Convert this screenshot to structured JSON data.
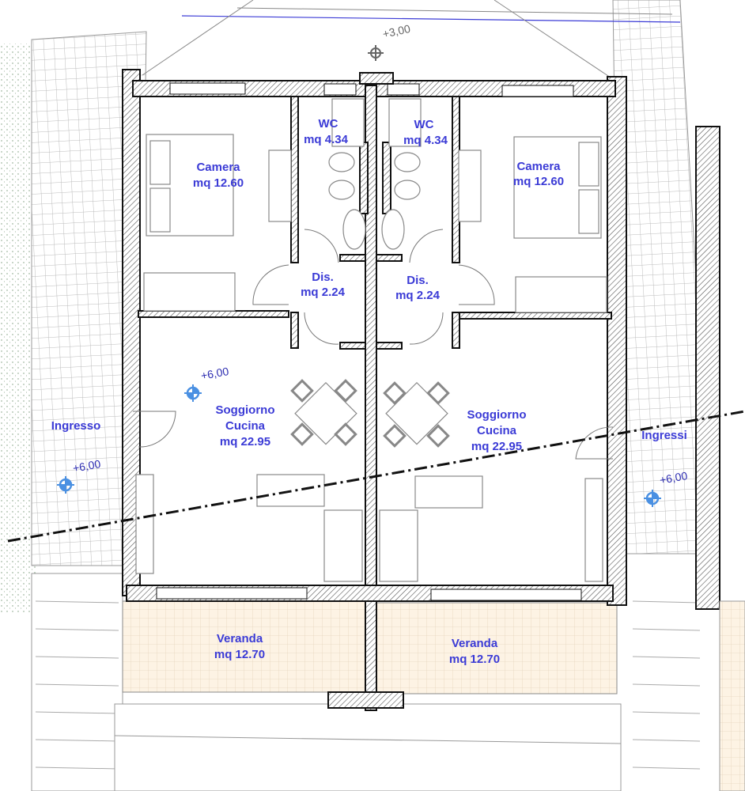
{
  "plan": {
    "rooms": {
      "camera_left": {
        "name": "Camera",
        "area": "mq 12.60"
      },
      "camera_right": {
        "name": "Camera",
        "area": "mq 12.60"
      },
      "wc_left": {
        "name": "WC",
        "area": "mq 4.34"
      },
      "wc_right": {
        "name": "WC",
        "area": "mq 4.34"
      },
      "dis_left": {
        "name": "Dis.",
        "area": "mq 2.24"
      },
      "dis_right": {
        "name": "Dis.",
        "area": "mq 2.24"
      },
      "soggiorno_left": {
        "name1": "Soggiorno",
        "name2": "Cucina",
        "area": "mq 22.95"
      },
      "soggiorno_right": {
        "name1": "Soggiorno",
        "name2": "Cucina",
        "area": "mq 22.95"
      },
      "veranda_left": {
        "name": "Veranda",
        "area": "mq 12.70"
      },
      "veranda_right": {
        "name": "Veranda",
        "area": "mq 12.70"
      },
      "ingresso_left": {
        "name": "Ingresso"
      },
      "ingresso_right": {
        "name": "Ingressi"
      }
    },
    "elevations": {
      "top": "+3,00",
      "living": "+6,00",
      "ingresso_left": "+6,00",
      "ingresso_right": "+6,00"
    },
    "colors": {
      "label": "#3b3bd6",
      "veranda": "#fdf3e4",
      "marker": "#4a90e2"
    }
  }
}
